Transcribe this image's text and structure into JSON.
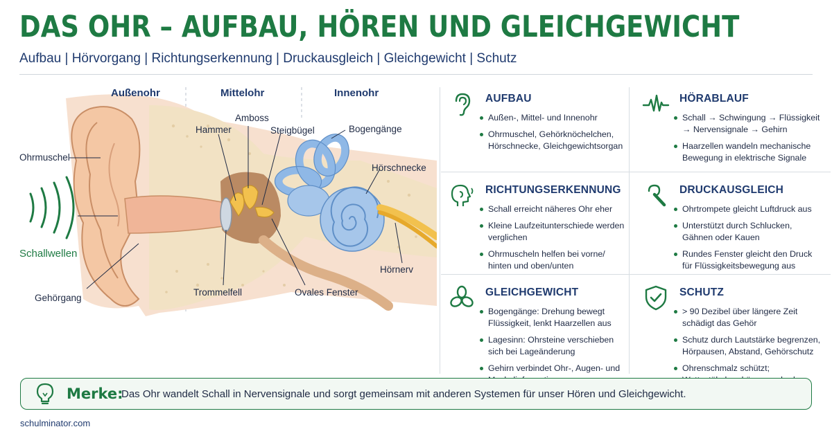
{
  "header": {
    "title": "Das Ohr – Aufbau, Hören und Gleichgewicht",
    "subtitle": "Aufbau | Hörvorgang | Richtungserkennung | Druckausgleich | Gleichgewicht | Schutz"
  },
  "diagram": {
    "sections": [
      "Außenohr",
      "Mittelohr",
      "Innenohr"
    ],
    "labels": {
      "ohrmuschel": "Ohrmuschel",
      "schallwellen": "Schallwellen",
      "gehoergang": "Gehörgang",
      "hammer": "Hammer",
      "amboss": "Amboss",
      "steigbuegel": "Steigbügel",
      "bogengaenge": "Bogengänge",
      "hoerschnecke": "Hörschnecke",
      "hoernerv": "Hörnerv",
      "trommelfell": "Trommelfell",
      "ovales_fenster": "Ovales Fenster"
    }
  },
  "cards": [
    {
      "title": "AUFBAU",
      "icon": "ear-icon",
      "items": [
        "Außen-, Mittel- und Innenohr",
        "Ohrmuschel, Gehörknöchelchen, Hörschnecke, Gleichgewichtsorgan"
      ]
    },
    {
      "title": "HÖRABLAUF",
      "icon": "waveform-icon",
      "items": [
        "Schall → Schwingung → Flüssigkeit → Nervensignale → Gehirn",
        "Haarzellen wandeln mechanische Bewegung in elektrische Signale"
      ]
    },
    {
      "title": "RICHTUNGSERKENNUNG",
      "icon": "head-sound-icon",
      "items": [
        "Schall erreicht näheres Ohr eher",
        "Kleine Laufzeitunterschiede werden verglichen",
        "Ohrmuscheln helfen bei vorne/ hinten und oben/unten"
      ]
    },
    {
      "title": "DRUCKAUSGLEICH",
      "icon": "eustachian-tube-icon",
      "items": [
        "Ohrtrompete gleicht Luftdruck aus",
        "Unterstützt durch Schlucken, Gähnen oder Kauen",
        "Rundes Fenster gleicht den Druck für Flüssigkeitsbewegung aus"
      ]
    },
    {
      "title": "GLEICHGEWICHT",
      "icon": "balance-loops-icon",
      "items": [
        "Bogengänge: Drehung bewegt Flüssigkeit, lenkt Haarzellen aus",
        "Lagesinn: Ohrsteine verschieben sich bei Lageänderung",
        "Gehirn verbindet Ohr-, Augen- und Muskelinformationen"
      ]
    },
    {
      "title": "SCHUTZ",
      "icon": "shield-check-icon",
      "items": [
        "> 90 Dezibel über längere Zeit schädigt das Gehör",
        "Schutz durch Lautstärke begrenzen, Hörpausen, Abstand, Gehörschutz",
        "Ohrenschmalz schützt; Wattestäbchen können schaden"
      ]
    }
  ],
  "merke": {
    "label": "Merke:",
    "text": "Das Ohr wandelt Schall in Nervensignale und sorgt gemeinsam mit anderen Systemen für unser Hören und Gleichgewicht."
  },
  "footer": {
    "source": "schulminator.com"
  },
  "colors": {
    "accent_green": "#1e7a43",
    "navy": "#1f3a6e",
    "cochlea_blue": "#8fb8e6"
  }
}
